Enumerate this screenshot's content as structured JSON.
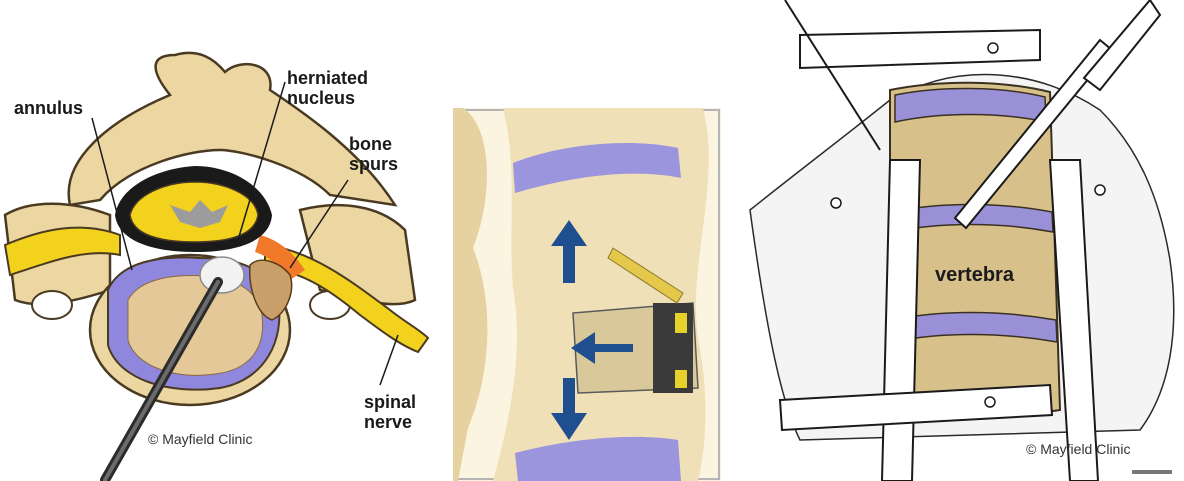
{
  "panels": {
    "left": {
      "labels": {
        "annulus": "annulus",
        "herniated_1": "herniated",
        "herniated_2": "nucleus",
        "bone_1": "bone",
        "bone_2": "spurs",
        "spinal_1": "spinal",
        "spinal_2": "nerve"
      },
      "copyright": "© Mayfield Clinic"
    },
    "right": {
      "labels": {
        "vertebra": "vertebra"
      },
      "copyright": "© Mayfield Clinic"
    }
  },
  "colors": {
    "bone": "#ecd6a2",
    "bone_shadow": "#c9a66b",
    "disc": "#8f86dd",
    "nerve": "#f2d21c",
    "inflamed": "#f07a2a",
    "arrow": "#1f4f8f"
  }
}
